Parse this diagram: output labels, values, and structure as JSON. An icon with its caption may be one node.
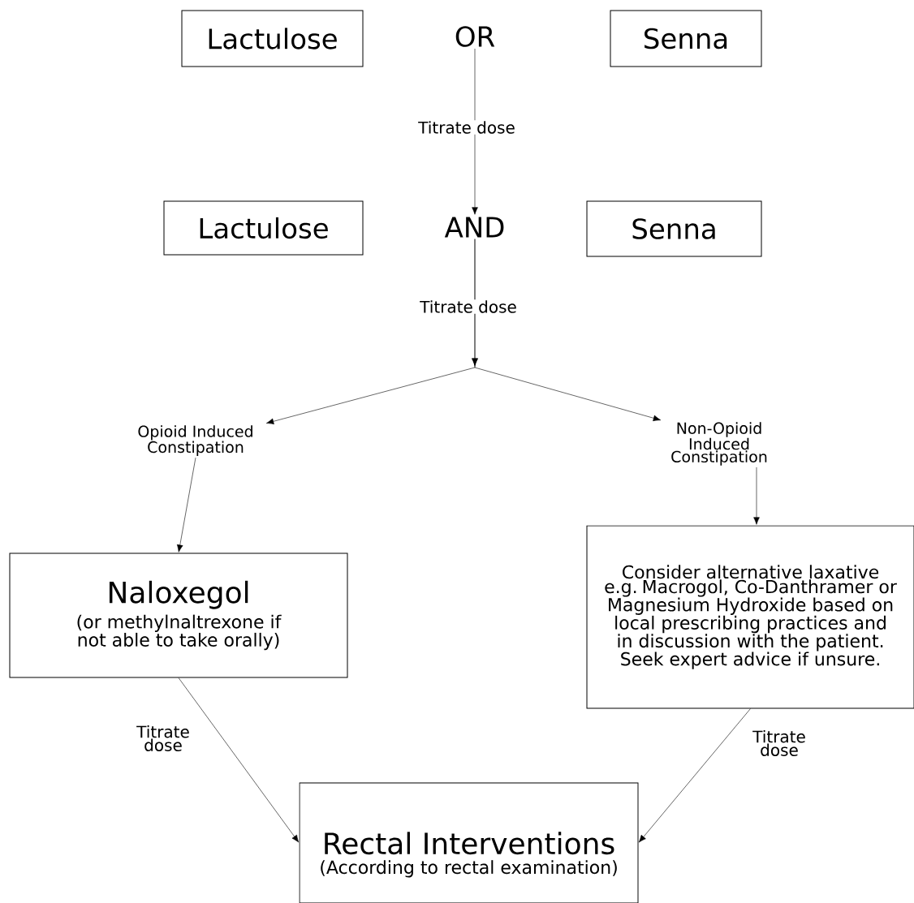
{
  "diagram": {
    "nodes": [
      {
        "text": [
          "Lactulose"
        ]
      },
      {
        "text": [
          "OR"
        ]
      },
      {
        "text": [
          "Senna"
        ]
      },
      {
        "text": [
          "Lactulose"
        ]
      },
      {
        "text": [
          "AND"
        ]
      },
      {
        "text": [
          "Senna"
        ]
      },
      {
        "text": [
          "Opioid Induced Constipation"
        ]
      },
      {
        "text": [
          "Non-Opioid Induced Constipation"
        ]
      },
      {
        "text": [
          "Naloxegol",
          "(or methylnaltrexone if not able to take orally)"
        ]
      },
      {
        "text": [
          "Consider alternative laxative e.g. Macrogol, Co-Danthramer or Magnesium Hydroxide based on local prescribing practices and in discussion with the patient. Seek expert advice if unsure."
        ]
      },
      {
        "text": [
          "Rectal Interventions",
          "(According to rectal examination)"
        ]
      }
    ],
    "edges": [
      {
        "from": 1,
        "to": 4,
        "arrow": "to",
        "label": "Titrate dose"
      },
      {
        "from": 4,
        "to": 6,
        "arrow": "to",
        "label": "Titrate dose"
      },
      {
        "from": 4,
        "to": 7,
        "arrow": "to"
      },
      {
        "from": 6,
        "to": 8,
        "arrow": "to"
      },
      {
        "from": 7,
        "to": 9,
        "arrow": "to"
      },
      {
        "from": 8,
        "to": 10,
        "arrow": "to",
        "label": "Titrate dose"
      },
      {
        "from": 9,
        "to": 10,
        "arrow": "to",
        "label": "Titrate dose"
      }
    ]
  }
}
